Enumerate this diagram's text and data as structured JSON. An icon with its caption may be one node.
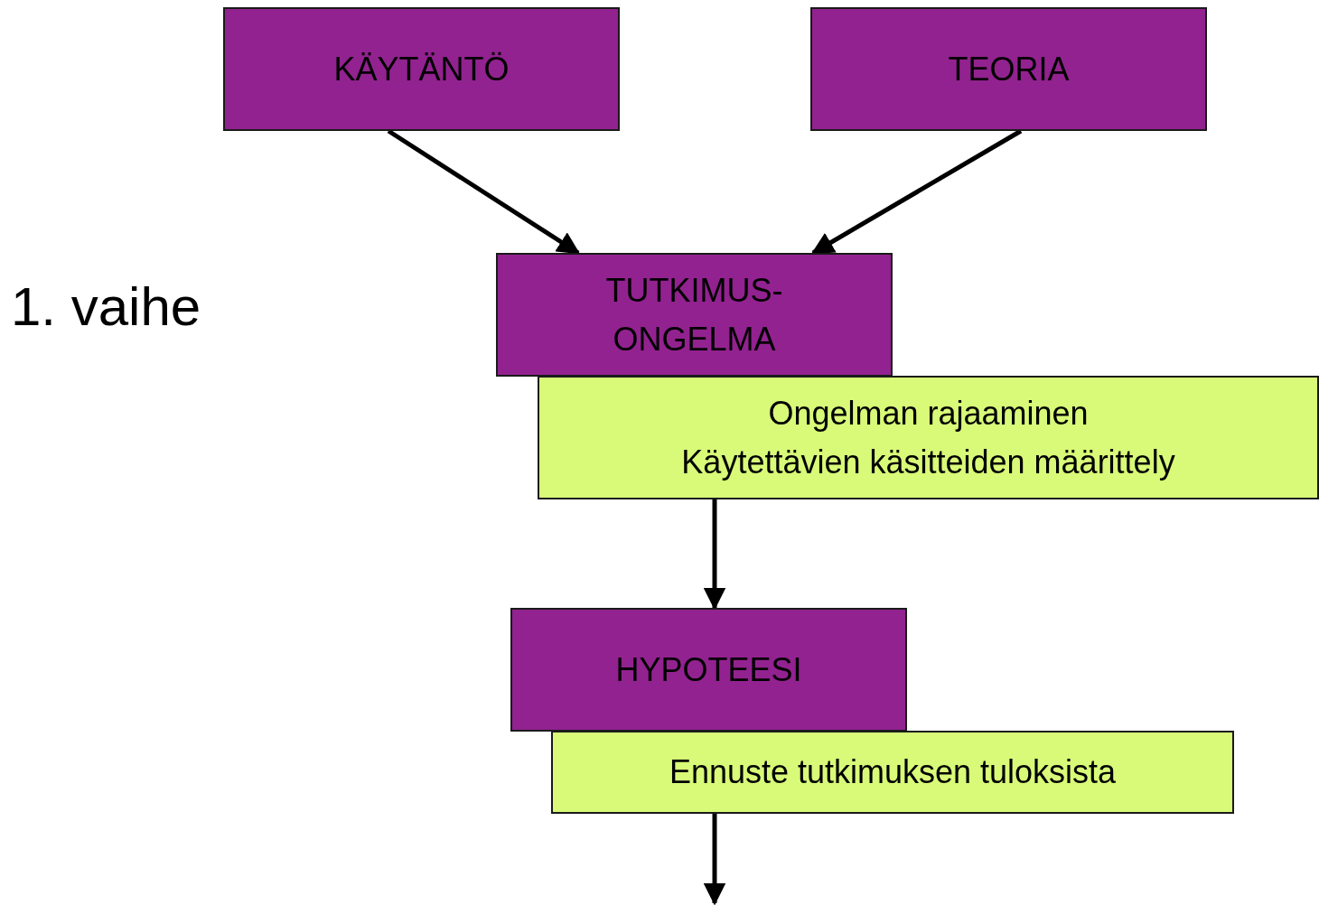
{
  "diagram": {
    "nodes": [
      {
        "text": [
          "KÄYTÄNTÖ"
        ]
      },
      {
        "text": [
          "TEORIA"
        ]
      },
      {
        "text": [
          "TUTKIMUS- ONGELMA"
        ]
      },
      {
        "text": [
          "Ongelman rajaaminen",
          "Käytettävien käsitteiden määrittely"
        ]
      },
      {
        "text": [
          "HYPOTEESI"
        ]
      },
      {
        "text": [
          "Ennuste tutkimuksen tuloksista"
        ]
      }
    ],
    "edges": [
      {
        "from": 0,
        "to": 2,
        "arrow": "to"
      },
      {
        "from": 1,
        "to": 2,
        "arrow": "to"
      },
      {
        "from": 3,
        "to": 4,
        "arrow": "to"
      },
      {
        "from": 5,
        "to": null,
        "arrow": "to"
      }
    ],
    "labels": [
      "1. vaihe"
    ]
  }
}
